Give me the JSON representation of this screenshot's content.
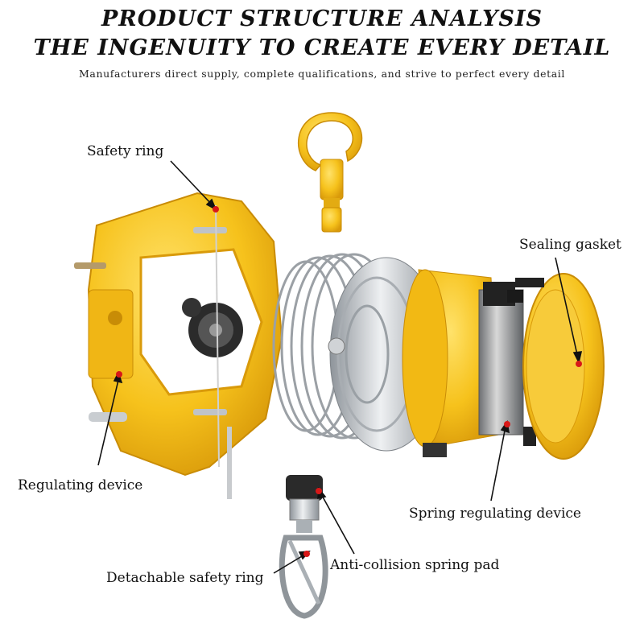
{
  "header": {
    "title_line1": "PRODUCT STRUCTURE ANALYSIS",
    "title_line2": "THE INGENUITY TO CREATE EVERY DETAIL",
    "subtitle": "Manufacturers direct supply, complete qualifications, and strive to perfect every detail"
  },
  "callouts": {
    "safety_ring": "Safety ring",
    "sealing_gasket": "Sealing gasket",
    "regulating_device": "Regulating device",
    "spring_regulating_device": "Spring regulating device",
    "anti_collision_spring_pad": "Anti-collision spring pad",
    "detachable_safety_ring": "Detachable safety ring"
  },
  "colors": {
    "body_yellow": "#f6c21c",
    "body_shadow": "#d99a0a",
    "marker_red": "#d81818",
    "steel": "#b9bdc2"
  }
}
